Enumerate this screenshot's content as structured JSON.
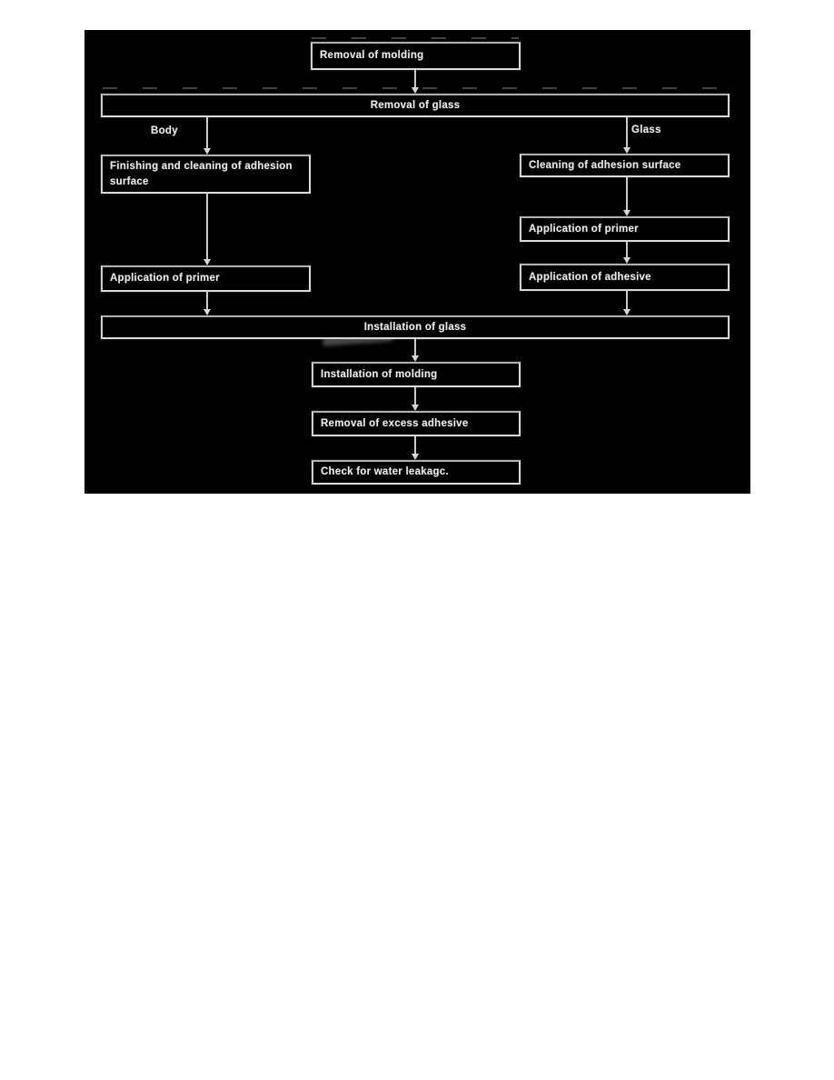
{
  "diagram": {
    "background_color": "#000000",
    "box_fill_color": "#000000",
    "box_border_color": "#d9d9d9",
    "text_color": "#e9e9e9",
    "arrow_color": "#c9c9c9",
    "branch_labels": {
      "left": "Body",
      "right": "Glass"
    },
    "nodes": {
      "removal_of_molding": {
        "label": "Removal of molding"
      },
      "removal_of_glass": {
        "label": "Removal of glass"
      },
      "finishing_cleaning": {
        "label": "Finishing and cleaning of adhesion surface"
      },
      "cleaning_surface": {
        "label": "Cleaning of adhesion surface"
      },
      "primer_body": {
        "label": "Application of primer"
      },
      "primer_glass": {
        "label": "Application of primer"
      },
      "adhesive": {
        "label": "Application of adhesive"
      },
      "install_glass": {
        "label": "Installation of glass"
      },
      "install_molding": {
        "label": "Installation of molding"
      },
      "excess_adhesive": {
        "label": "Removal of excess adhesive"
      },
      "water_leak": {
        "label": "Check for water leakagc."
      }
    },
    "edges": [
      {
        "from": "removal_of_molding",
        "to": "removal_of_glass",
        "label": ""
      },
      {
        "from": "removal_of_glass",
        "to": "finishing_cleaning",
        "label": "Body"
      },
      {
        "from": "removal_of_glass",
        "to": "cleaning_surface",
        "label": "Glass"
      },
      {
        "from": "finishing_cleaning",
        "to": "primer_body",
        "label": ""
      },
      {
        "from": "cleaning_surface",
        "to": "primer_glass",
        "label": ""
      },
      {
        "from": "primer_glass",
        "to": "adhesive",
        "label": ""
      },
      {
        "from": "primer_body",
        "to": "install_glass",
        "label": ""
      },
      {
        "from": "adhesive",
        "to": "install_glass",
        "label": ""
      },
      {
        "from": "install_glass",
        "to": "install_molding",
        "label": ""
      },
      {
        "from": "install_molding",
        "to": "excess_adhesive",
        "label": ""
      },
      {
        "from": "excess_adhesive",
        "to": "water_leak",
        "label": ""
      }
    ]
  }
}
